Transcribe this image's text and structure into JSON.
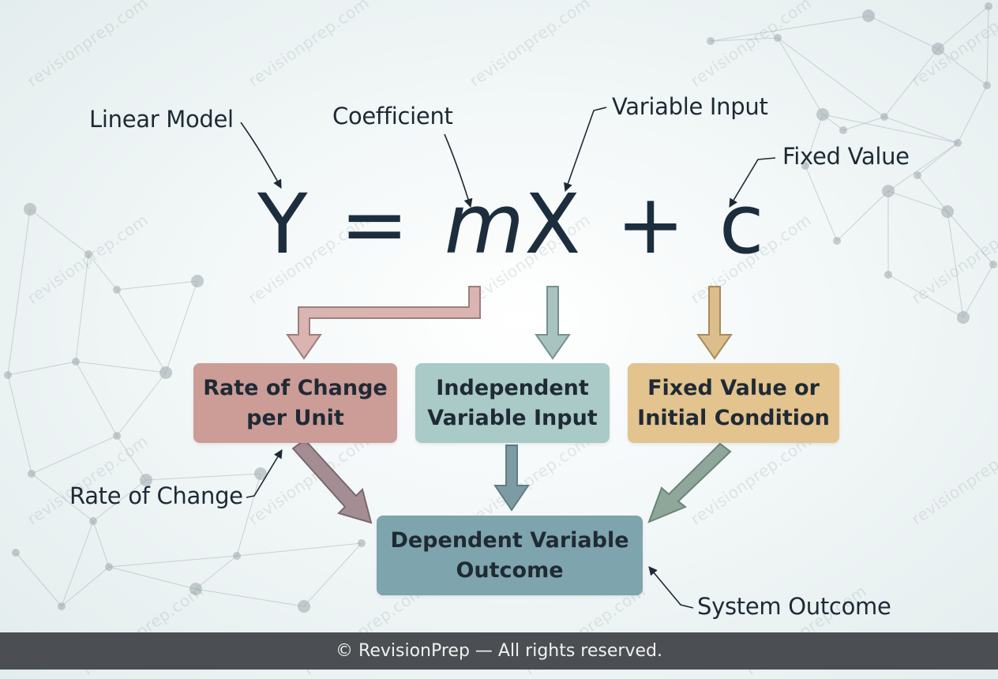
{
  "watermark": "revisionprep.com",
  "equation": {
    "y": "Y",
    "eq": "=",
    "m": "m",
    "x": "X",
    "plus": "+",
    "c": "c"
  },
  "labels": {
    "linear_model": "Linear Model",
    "coefficient": "Coefficient",
    "variable_input": "Variable Input",
    "fixed_value": "Fixed Value",
    "rate_of_change": "Rate of Change",
    "system_outcome": "System Outcome"
  },
  "boxes": {
    "rate": {
      "text": "Rate of Change\nper Unit",
      "color": "#cc9c97"
    },
    "independent": {
      "text": "Independent\nVariable Input",
      "color": "#a9cac6"
    },
    "fixed": {
      "text": "Fixed Value or\nInitial Condition",
      "color": "#e3c38e"
    },
    "dependent": {
      "text": "Dependent Variable\nOutcome",
      "color": "#7ea4ad"
    }
  },
  "arrow_colors": {
    "rate": "#c49c9a",
    "independent": "#92aca8",
    "fixed": "#cfa96e",
    "to_outcome_left": "#a58c93",
    "to_outcome_mid": "#7d9ba3",
    "to_outcome_right": "#8fa69a"
  },
  "footer": "© RevisionPrep — All rights reserved."
}
